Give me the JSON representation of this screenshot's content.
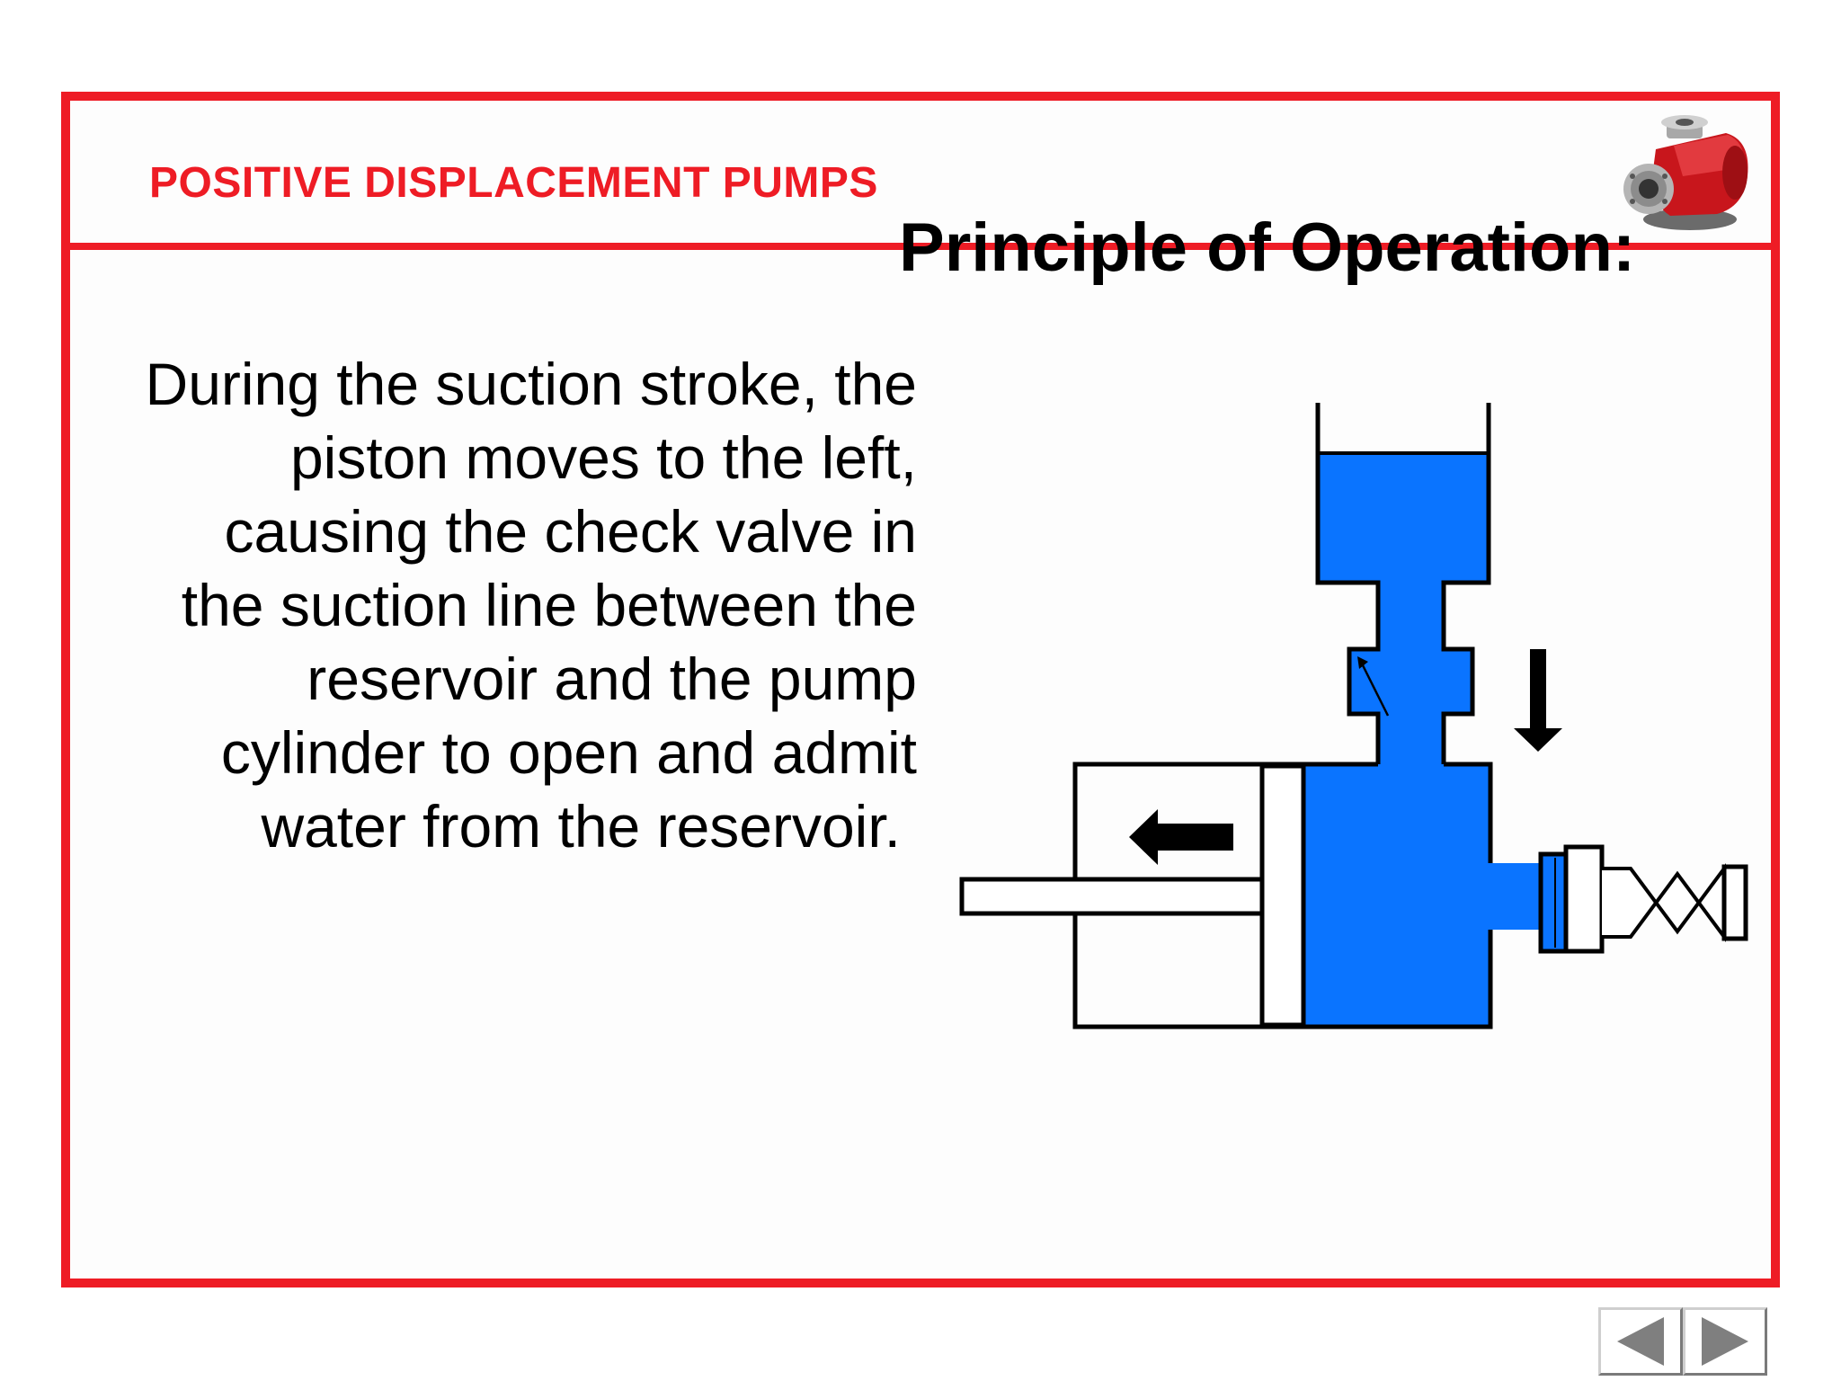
{
  "header": {
    "title": "POSITIVE DISPLACEMENT PUMPS",
    "logo_icon": "pump-photo-icon"
  },
  "main": {
    "heading": "Principle of Operation:",
    "paragraph_lines": [
      "During the suction stroke, the",
      "piston moves to the left,",
      "causing the check valve in",
      "the suction line between the",
      "reservoir and the pump",
      "cylinder to open and admit",
      "water from the reservoir."
    ]
  },
  "navigation": {
    "prev_icon": "triangle-left-icon",
    "next_icon": "triangle-right-icon"
  },
  "colors": {
    "accent": "#ee1c25",
    "water": "#0a74ff",
    "outline": "#000000"
  }
}
